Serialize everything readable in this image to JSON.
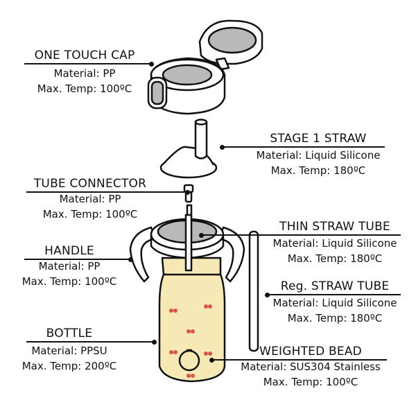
{
  "labels": [
    {
      "title": "ONE TOUCH CAP",
      "material": "Material: PP",
      "temp": "Max. Temp: 100ºC"
    },
    {
      "title": "STAGE 1 STRAW",
      "material": "Material: Liquid Silicone",
      "temp": "Max. Temp: 180ºC"
    },
    {
      "title": "TUBE CONNECTOR",
      "material": "Material: PP",
      "temp": "Max. Temp: 100ºC"
    },
    {
      "title": "HANDLE",
      "material": "Material: PP",
      "temp": "Max. Temp: 100ºC"
    },
    {
      "title": "THIN STRAW TUBE",
      "material": "Material: Liquid Silicone",
      "temp": "Max. Temp: 180ºC"
    },
    {
      "title": "Reg. STRAW TUBE",
      "material": "Material: Liquid Silicone",
      "temp": "Max. Temp: 180ºC"
    },
    {
      "title": "BOTTLE",
      "material": "Material: PPSU",
      "temp": "Max. Temp: 200ºC"
    },
    {
      "title": "WEIGHTED BEAD",
      "material": "Material: SUS304 Stainless",
      "temp": "Max. Temp: 100ºC"
    }
  ],
  "colors": {
    "bottle": "#f7e9b5",
    "gray": "#b9b9b9",
    "cherry": "#d9534f"
  }
}
